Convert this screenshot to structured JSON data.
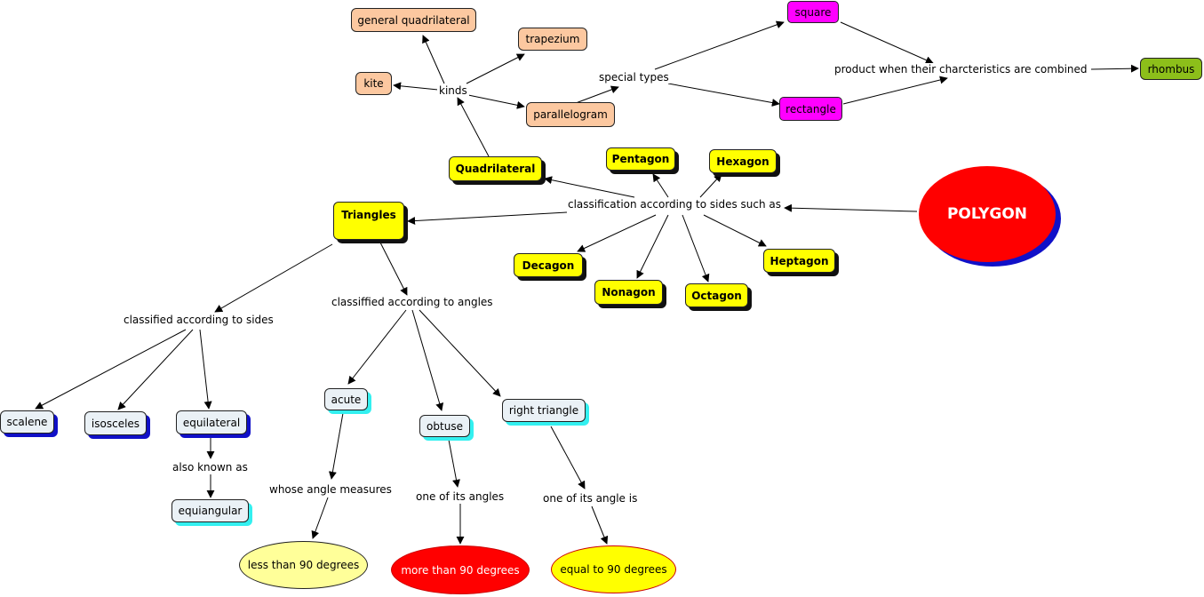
{
  "nodes": {
    "polygon": "POLYGON",
    "classification_sides": "classification according to sides such as",
    "pentagon": "Pentagon",
    "hexagon": "Hexagon",
    "heptagon": "Heptagon",
    "octagon": "Octagon",
    "nonagon": "Nonagon",
    "decagon": "Decagon",
    "quadrilateral": "Quadrilateral",
    "triangles": "Triangles",
    "kinds": "kinds",
    "general_quadrilateral": "general quadrilateral",
    "trapezium": "trapezium",
    "kite": "kite",
    "parallelogram": "parallelogram",
    "special_types": "special types",
    "square": "square",
    "rectangle": "rectangle",
    "product_combined": "product when their charcteristics are combined",
    "rhombus": "rhombus",
    "classified_sides": "classified according to sides",
    "classified_angles": "classiffied according to angles",
    "scalene": "scalene",
    "isosceles": "isosceles",
    "equilateral": "equilateral",
    "also_known_as": "also known as",
    "equiangular": "equiangular",
    "acute": "acute",
    "obtuse": "obtuse",
    "right_triangle": "right triangle",
    "whose_angle_measures": "whose angle measures",
    "one_of_its_angles": "one of its angles",
    "one_of_its_angle_is": "one of its angle is",
    "less_than_90": "less than 90 degrees",
    "more_than_90": "more than 90 degrees",
    "equal_to_90": "equal to 90 degrees"
  },
  "colors": {
    "polygon_fill": "#ff0000",
    "polygon_shadow": "#1010c8",
    "polygon_sides_fill": "#ffff00",
    "quadrilateral_kinds_fill": "#fcc8a0",
    "special_types_fill": "#ff00ff",
    "rhombus_fill": "#8cbf1a",
    "triangle_types_fill": "#eaf1f6",
    "less_than_fill": "#ffff99",
    "more_than_fill": "#ff0000",
    "equal_to_fill": "#ffff00"
  }
}
